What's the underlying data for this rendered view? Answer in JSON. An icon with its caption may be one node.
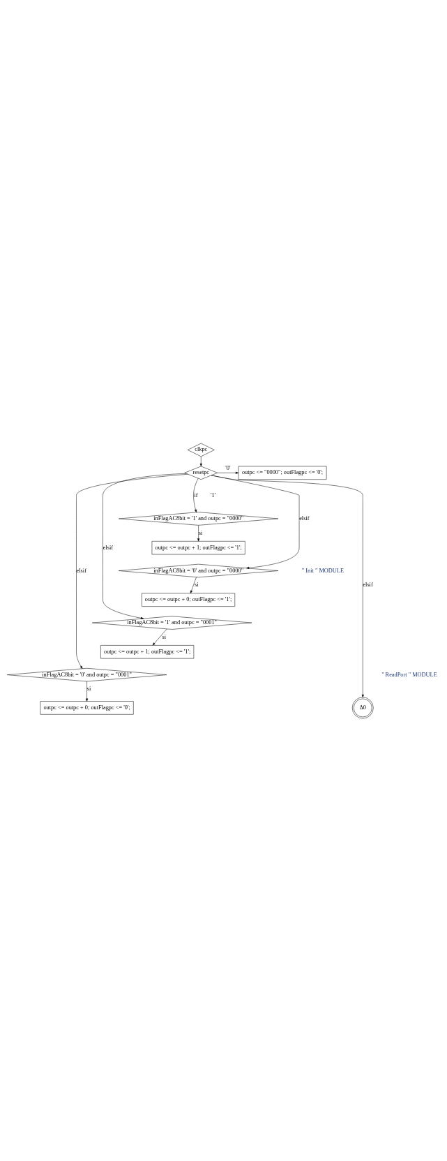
{
  "diagram": {
    "nodes": [
      {
        "text": [
          "clkpc"
        ]
      },
      {
        "text": [
          "resetpc"
        ]
      },
      {
        "text": [
          "outpc <= \"0000\"; outFlagpc <= '0';"
        ]
      },
      {
        "text": [
          "inFlagAC8bit = '1' and outpc = \"0000\""
        ]
      },
      {
        "text": [
          "outpc <= outpc + 1; outFlagpc <= '1';"
        ]
      },
      {
        "text": [
          "inFlagAC8bit = '0' and outpc = \"0000\""
        ]
      },
      {
        "text": [
          "outpc <= outpc + 0; outFlagpc <= '1';"
        ]
      },
      {
        "text": [
          "inFlagAC8bit = '1' and outpc = \"0001\""
        ]
      },
      {
        "text": [
          "outpc <= outpc + 1; outFlagpc <= '1';"
        ]
      },
      {
        "text": [
          "inFlagAC8bit = '0' and outpc = \"0001\""
        ]
      },
      {
        "text": [
          "outpc <= outpc + 0; outFlagpc <= '0';"
        ]
      },
      {
        "text": [
          "Δ0"
        ]
      }
    ],
    "edges": [
      {
        "from": 0,
        "to": 1,
        "arrow": "to"
      },
      {
        "from": 1,
        "to": 2,
        "arrow": "to",
        "label": "'0'"
      },
      {
        "from": 1,
        "to": 3,
        "arrow": "to",
        "label": "if"
      },
      {
        "from": 3,
        "to": 4,
        "arrow": "to",
        "label": "si"
      },
      {
        "from": 1,
        "to": 5,
        "arrow": "to",
        "label": "elsif"
      },
      {
        "from": 5,
        "to": 6,
        "arrow": "to",
        "label": "si"
      },
      {
        "from": 1,
        "to": 7,
        "arrow": "to",
        "label": "elsif"
      },
      {
        "from": 7,
        "to": 8,
        "arrow": "to",
        "label": "si"
      },
      {
        "from": 1,
        "to": 9,
        "arrow": "to",
        "label": "elsif"
      },
      {
        "from": 9,
        "to": 10,
        "arrow": "to",
        "label": "si"
      },
      {
        "from": 1,
        "to": 11,
        "arrow": "to",
        "label": "elsif"
      }
    ],
    "labels": [
      "'1'",
      "\" Init \" MODULE",
      "\" ReadPort \" MODULE"
    ]
  }
}
